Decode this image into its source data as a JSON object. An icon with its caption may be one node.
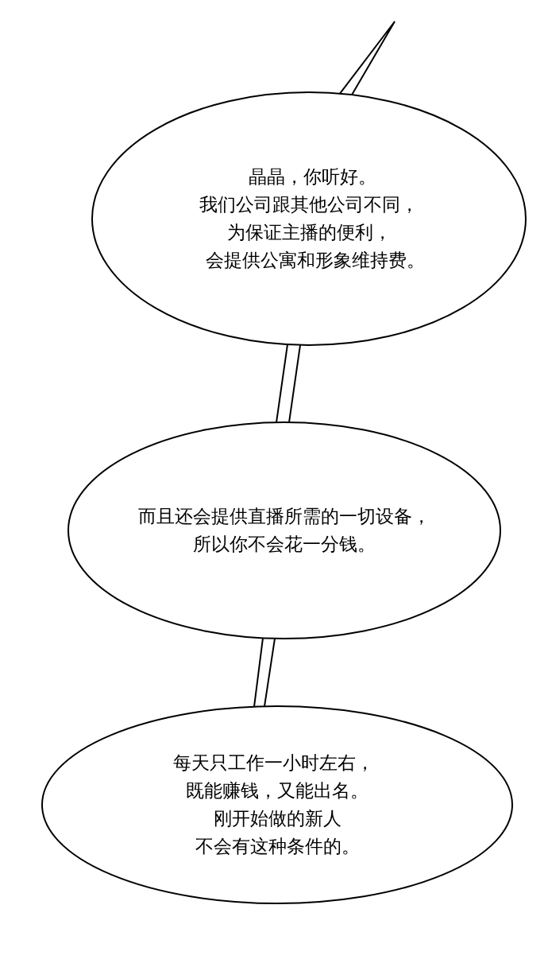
{
  "diagram": {
    "nodes": [
      {
        "text": [
          "晶晶，你听好。",
          "我们公司跟其他公司不同，",
          "为保证主播的便利，",
          "会提供公寓和形象维持费。"
        ]
      },
      {
        "text": [
          "而且还会提供直播所需的一切设备，",
          "所以你不会花一分钱。"
        ]
      },
      {
        "text": [
          "每天只工作一小时左右，",
          "既能赚钱，又能出名。",
          "刚开始做的新人",
          "不会有这种条件的。"
        ]
      }
    ],
    "edges": [
      {
        "from": null,
        "to": 0,
        "arrow": "none"
      },
      {
        "from": 0,
        "to": 1,
        "arrow": "none"
      },
      {
        "from": 1,
        "to": 2,
        "arrow": "none"
      }
    ]
  }
}
